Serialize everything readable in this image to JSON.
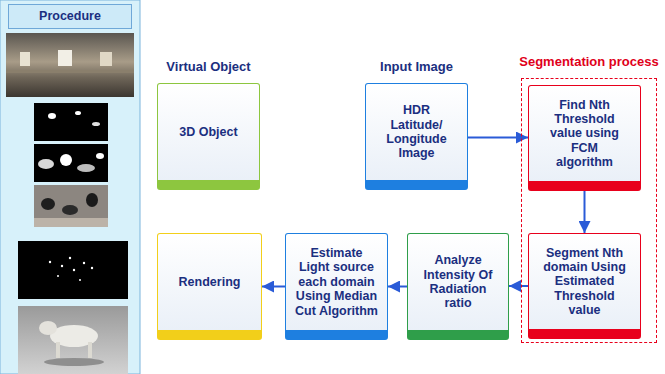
{
  "diagram": {
    "nodes": [
      {
        "text": [
          "Procedure"
        ]
      },
      {
        "text": [
          "Virtual Object",
          "3D Object"
        ]
      },
      {
        "text": [
          "Input Image",
          "HDR Latitude/ Longitude Image"
        ]
      },
      {
        "text": [
          "Segmentation process"
        ]
      },
      {
        "text": [
          "Find Nth Threshold value using FCM algorithm"
        ],
        "in": 3
      },
      {
        "text": [
          "Segment Nth domain Using Estimated Threshold value"
        ],
        "in": 3
      },
      {
        "text": [
          "Analyze Intensity Of Radiation ratio"
        ]
      },
      {
        "text": [
          "Estimate Light source each domain Using Median Cut Algorithm"
        ]
      },
      {
        "text": [
          "Rendering"
        ]
      }
    ],
    "edges": [
      {
        "from": 2,
        "to": 4,
        "arrow": "to"
      },
      {
        "from": 4,
        "to": 5,
        "arrow": "to"
      },
      {
        "from": 5,
        "to": 6,
        "arrow": "to"
      },
      {
        "from": 6,
        "to": 7,
        "arrow": "to"
      },
      {
        "from": 7,
        "to": 8,
        "arrow": "to"
      }
    ]
  }
}
